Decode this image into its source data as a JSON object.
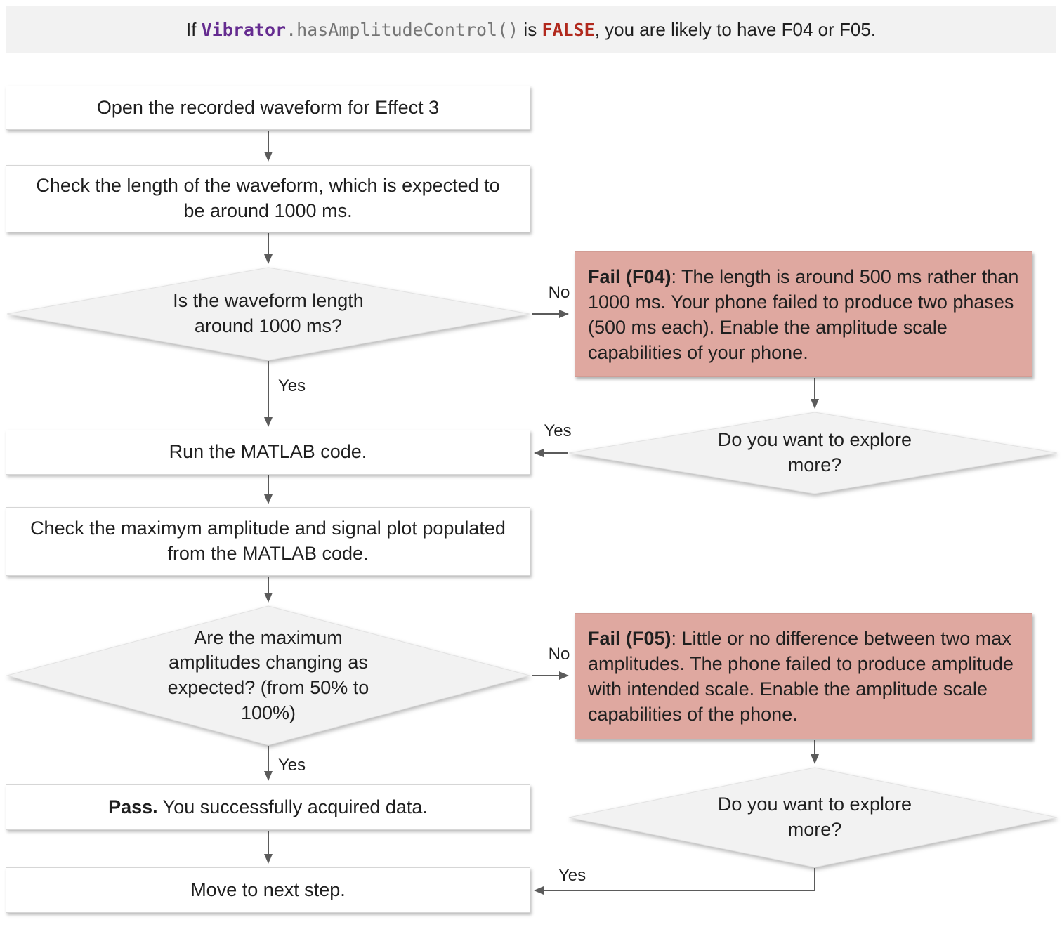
{
  "banner": {
    "background": "#f2f2f2",
    "segments": [
      "If ",
      "Vibrator",
      ".hasAmplitudeControl()",
      " is ",
      "FALSE",
      ", you are likely to have F04 or F05."
    ]
  },
  "colors": {
    "fail_box_bg": "#dfa8a0",
    "diamond_bg": "#f2f2f2",
    "box_bg": "#ffffff",
    "arrow": "#5b5b5b",
    "code_purple": "#652c90",
    "code_gray": "#757575",
    "code_red": "#b1291d",
    "text": "#1f1f1f"
  },
  "flowchart": {
    "nodes": {
      "open_waveform": "Open the recorded waveform for Effect 3",
      "check_length": "Check the length of the waveform, which is expected to be around 1000 ms.",
      "is_length_1000": "Is the waveform length around 1000 ms?",
      "fail_f04": {
        "label": "Fail (F04)",
        "text": ": The length is around 500 ms rather than 1000 ms. Your phone failed to produce two phases (500 ms each). Enable the amplitude scale capabilities of your phone."
      },
      "explore_more_1": "Do you want to explore more?",
      "run_matlab": "Run the MATLAB code.",
      "check_amplitude": "Check the maximym amplitude and signal plot populated from the MATLAB code.",
      "amplitudes_changing": "Are the maximum amplitudes changing as expected? (from 50% to 100%)",
      "fail_f05": {
        "label": "Fail (F05)",
        "text": ": Little or no difference between two max amplitudes. The phone failed to produce amplitude with intended scale. Enable the amplitude scale capabilities of the phone."
      },
      "explore_more_2": "Do you want to explore more?",
      "pass": {
        "label": "Pass.",
        "text": " You successfully acquired data."
      },
      "move_next": "Move to next step."
    },
    "edge_labels": {
      "no_1": "No",
      "yes_1": "Yes",
      "yes_explore_1": "Yes",
      "no_2": "No",
      "yes_2": "Yes",
      "yes_explore_2": "Yes"
    }
  }
}
